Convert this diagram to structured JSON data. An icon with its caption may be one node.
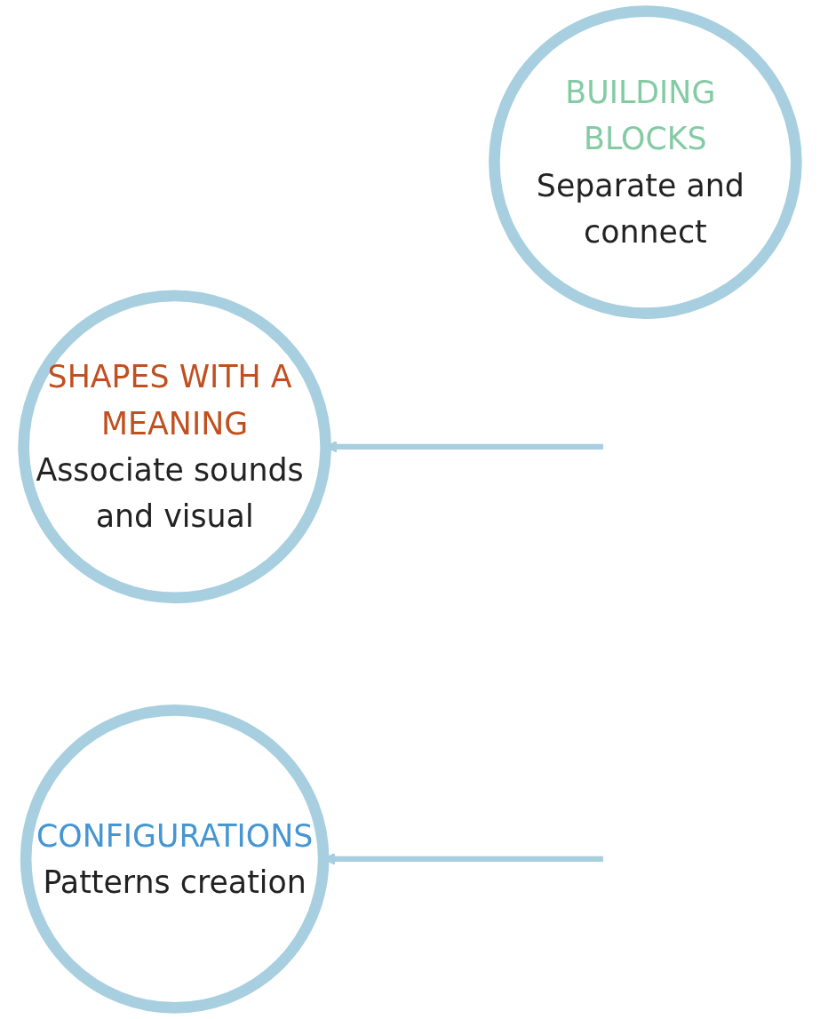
{
  "diagram": {
    "nodes": [
      {
        "text": [
          "BUILDING BLOCKS",
          "Separate and connect"
        ]
      },
      {
        "text": [
          "SHAPES WITH A MEANING",
          "Associate sounds and visual"
        ]
      },
      {
        "text": [
          "CONFIGURATIONS",
          "Patterns creation"
        ]
      }
    ],
    "edges": [
      {
        "from": null,
        "to": 1,
        "arrow": "to"
      },
      {
        "from": null,
        "to": 2,
        "arrow": "to"
      }
    ]
  }
}
